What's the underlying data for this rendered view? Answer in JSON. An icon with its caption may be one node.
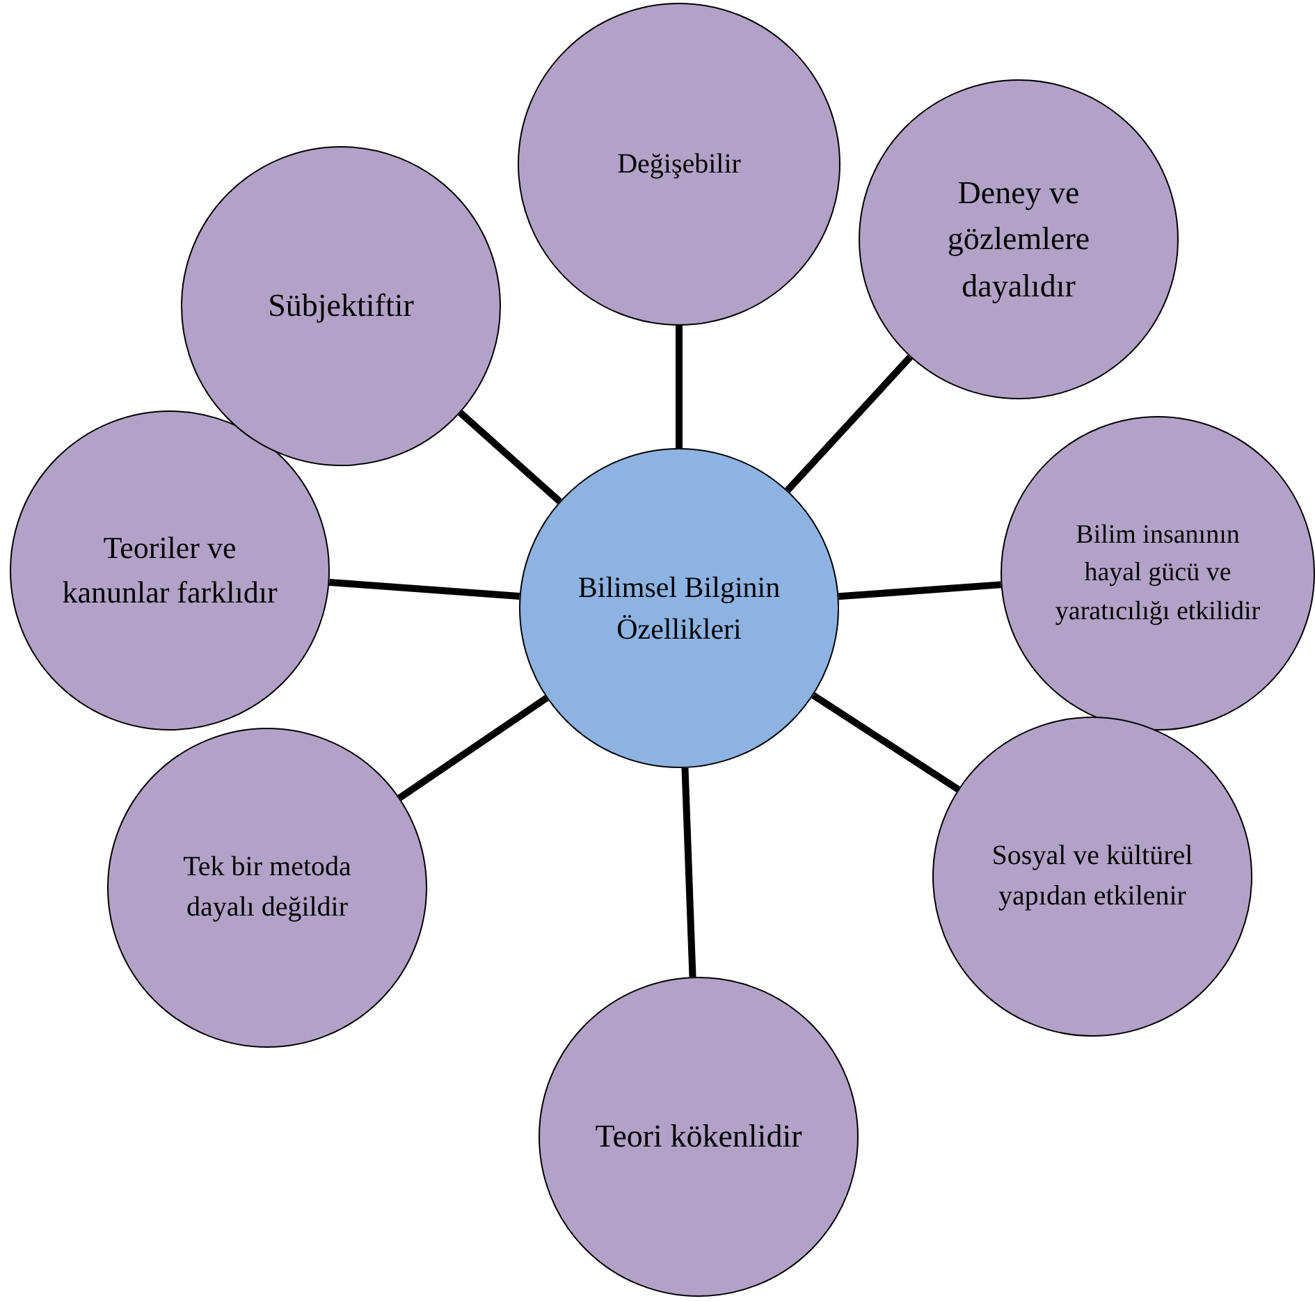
{
  "diagram": {
    "nodes": [
      {
        "text": [
          "Bilimsel Bilginin Özellikleri"
        ]
      },
      {
        "text": [
          "Değişebilir"
        ]
      },
      {
        "text": [
          "Deney ve gözlemlere dayalıdır"
        ]
      },
      {
        "text": [
          "Bilim insanının hayal gücü ve yaratıcılığı etkilidir"
        ]
      },
      {
        "text": [
          "Sosyal ve kültürel yapıdan etkilenir"
        ]
      },
      {
        "text": [
          "Teori kökenlidir"
        ]
      },
      {
        "text": [
          "Tek bir metoda dayalı değildir"
        ]
      },
      {
        "text": [
          "Teoriler ve kanunlar farklıdır"
        ]
      },
      {
        "text": [
          "Sübjektiftir"
        ]
      }
    ],
    "edges": [
      {
        "from": 0,
        "to": 1,
        "arrow": "none"
      },
      {
        "from": 0,
        "to": 2,
        "arrow": "none"
      },
      {
        "from": 0,
        "to": 3,
        "arrow": "none"
      },
      {
        "from": 0,
        "to": 4,
        "arrow": "none"
      },
      {
        "from": 0,
        "to": 5,
        "arrow": "none"
      },
      {
        "from": 0,
        "to": 6,
        "arrow": "none"
      },
      {
        "from": 0,
        "to": 7,
        "arrow": "none"
      },
      {
        "from": 0,
        "to": 8,
        "arrow": "none"
      }
    ]
  }
}
